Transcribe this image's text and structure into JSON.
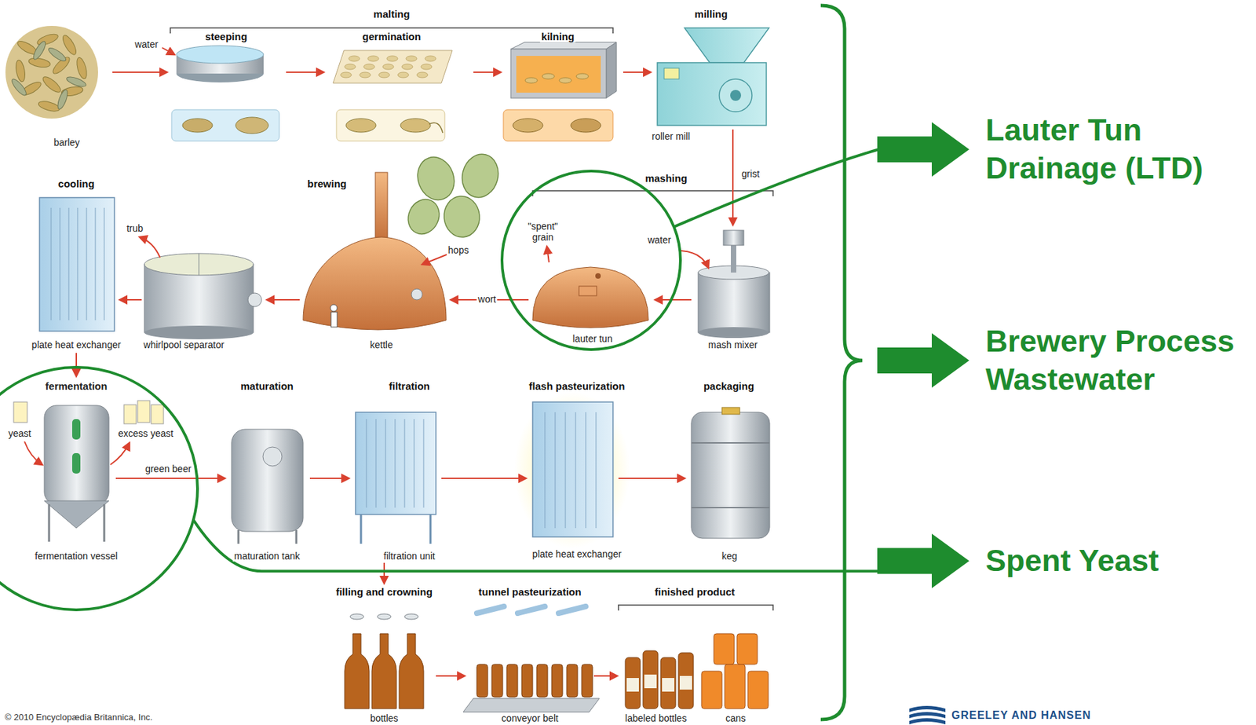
{
  "diagram": {
    "nodes": [
      {
        "text": [
          "\"spent\" grain",
          "lauter tun"
        ]
      },
      {
        "text": [
          "fermentation",
          "yeast",
          "excess yeast",
          "green beer",
          "fermentation vessel"
        ]
      },
      {
        "text": [
          "Lauter Tun Drainage (LTD)"
        ]
      },
      {
        "text": [
          "Brewery Process Wastewater"
        ]
      },
      {
        "text": [
          "Spent Yeast"
        ]
      }
    ],
    "edges": [
      {
        "from": 0,
        "to": 2,
        "arrow": "to"
      },
      {
        "from": 1,
        "to": 4,
        "arrow": "to"
      }
    ],
    "labels": [
      "malting",
      "milling",
      "steeping",
      "germination",
      "kilning",
      "water",
      "barley",
      "roller mill",
      "grist",
      "mashing",
      "cooling",
      "brewing",
      "trub",
      "hops",
      "water",
      "wort",
      "plate heat exchanger",
      "whirlpool separator",
      "kettle",
      "mash mixer",
      "maturation",
      "filtration",
      "flash pasteurization",
      "packaging",
      "maturation tank",
      "filtration unit",
      "plate heat exchanger",
      "keg",
      "filling and crowning",
      "tunnel pasteurization",
      "finished product",
      "© 2010 Encyclopædia Britannica, Inc.",
      "bottles",
      "conveyor belt",
      "labeled bottles",
      "cans",
      "GREELEY AND HANSEN"
    ]
  }
}
